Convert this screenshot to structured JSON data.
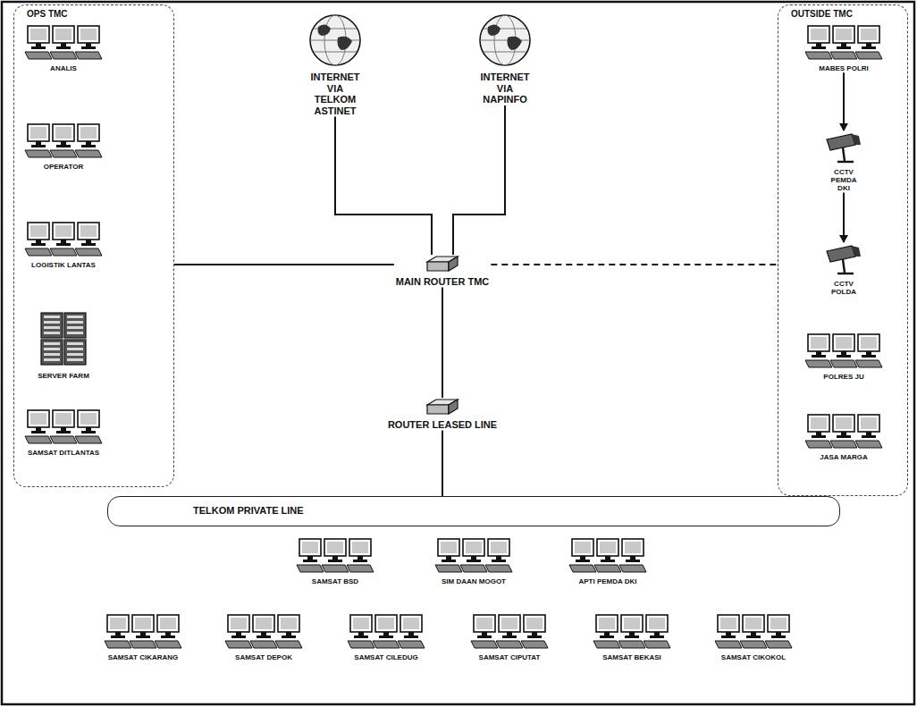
{
  "diagram": {
    "nodes": [
      {
        "text": [
          "OPS TMC"
        ]
      },
      {
        "text": [
          "ANALIS"
        ],
        "in": 0
      },
      {
        "text": [
          "OPERATOR"
        ],
        "in": 0
      },
      {
        "text": [
          "LOGISTIK LANTAS"
        ],
        "in": 0
      },
      {
        "text": [
          "SERVER FARM"
        ],
        "in": 0
      },
      {
        "text": [
          "SAMSAT DITLANTAS"
        ],
        "in": 0
      },
      {
        "text": [
          "INTERNET VIA TELKOM ASTINET"
        ]
      },
      {
        "text": [
          "INTERNET VIA NAPINFO"
        ]
      },
      {
        "text": [
          "OUTSIDE TMC"
        ]
      },
      {
        "text": [
          "MABES POLRI"
        ],
        "in": 8
      },
      {
        "text": [
          "CCTV PEMDA DKI"
        ],
        "in": 8
      },
      {
        "text": [
          "CCTV POLDA"
        ],
        "in": 8
      },
      {
        "text": [
          "POLRES JU"
        ],
        "in": 8
      },
      {
        "text": [
          "JASA MARGA"
        ],
        "in": 8
      },
      {
        "text": [
          "MAIN ROUTER TMC"
        ]
      },
      {
        "text": [
          "ROUTER LEASED LINE"
        ]
      },
      {
        "text": [
          "TELKOM PRIVATE LINE"
        ]
      },
      {
        "text": [
          "SAMSAT BSD"
        ],
        "in": 16
      },
      {
        "text": [
          "SIM DAAN MOGOT"
        ],
        "in": 16
      },
      {
        "text": [
          "APTI PEMDA DKI"
        ],
        "in": 16
      },
      {
        "text": [
          "SAMSAT CIKARANG"
        ],
        "in": 16
      },
      {
        "text": [
          "SAMSAT DEPOK"
        ],
        "in": 16
      },
      {
        "text": [
          "SAMSAT CILEDUG"
        ],
        "in": 16
      },
      {
        "text": [
          "SAMSAT CIPUTAT"
        ],
        "in": 16
      },
      {
        "text": [
          "SAMSAT BEKASI"
        ],
        "in": 16
      },
      {
        "text": [
          "SAMSAT CIKOKOL"
        ],
        "in": 16
      }
    ],
    "edges": [
      {
        "from": 6,
        "to": 14,
        "arrow": "none"
      },
      {
        "from": 7,
        "to": 14,
        "arrow": "none"
      },
      {
        "from": 14,
        "to": 0,
        "arrow": "none"
      },
      {
        "from": 14,
        "to": 8,
        "arrow": "none"
      },
      {
        "from": 14,
        "to": 15,
        "arrow": "none"
      },
      {
        "from": 15,
        "to": 16,
        "arrow": "none"
      },
      {
        "from": 9,
        "to": 10,
        "arrow": "to"
      },
      {
        "from": 10,
        "to": 11,
        "arrow": "to"
      }
    ]
  }
}
